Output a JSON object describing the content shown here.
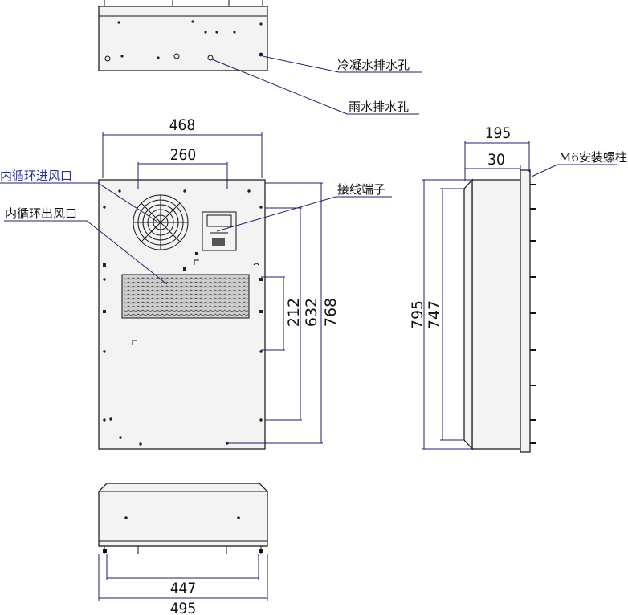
{
  "labels": {
    "condensate_drain": "冷凝水排水孔",
    "rain_drain": "雨水排水孔",
    "internal_inlet": "内循环进风口",
    "internal_outlet": "内循环出风口",
    "terminal": "接线端子",
    "mount_stud": "M6安装螺柱"
  },
  "dimensions": {
    "front_width": "468",
    "inlet_spacing": "260",
    "height_212": "212",
    "height_632": "632",
    "height_768": "768",
    "side_depth": "195",
    "side_offset": "30",
    "side_height_795": "795",
    "side_height_747": "747",
    "bottom_inner": "447",
    "bottom_outer": "495"
  }
}
